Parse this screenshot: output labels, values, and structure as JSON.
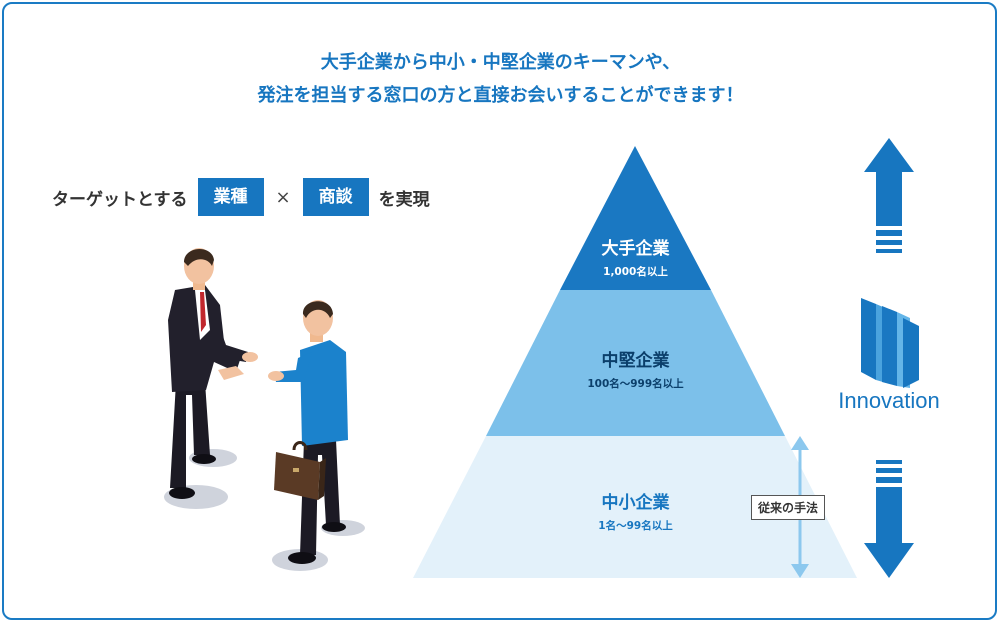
{
  "headline": {
    "line1": "大手企業から中小・中堅企業のキーマンや、",
    "line2": "発注を担当する窓口の方と直接お会いすることができます！"
  },
  "target": {
    "prefix": "ターゲットとする",
    "tag1": "業種",
    "times": "×",
    "tag2": "商談",
    "suffix": "を実現"
  },
  "pyramid": {
    "top": {
      "name": "大手企業",
      "range": "1,000名以上"
    },
    "middle": {
      "name": "中堅企業",
      "range": "100名〜999名以上"
    },
    "bottom": {
      "name": "中小企業",
      "range": "1名〜99名以上"
    }
  },
  "method_label": "従来の手法",
  "brand": {
    "name": "Innovation"
  },
  "colors": {
    "accent": "#1776c0",
    "tier_top": "#1a78c2",
    "tier_middle": "#7cc0ea",
    "tier_bottom": "#e3f1fa",
    "arrow": "#1776c0",
    "guide_arrow": "#8cc8ee"
  },
  "icons": [
    "handshake-illustration",
    "briefcase-icon",
    "up-arrow-icon",
    "down-arrow-icon",
    "innovation-logo-icon"
  ]
}
